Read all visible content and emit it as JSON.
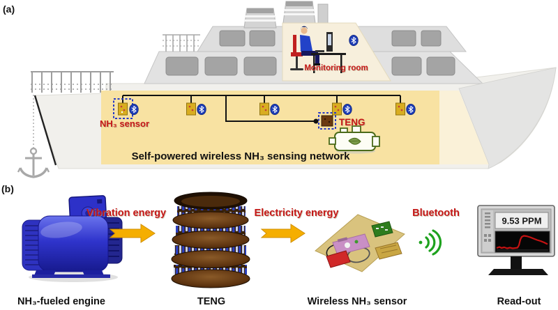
{
  "a": {
    "label": "(a)",
    "monitoring_room": "Monitoring room",
    "nh3_sensor": "NH₃ sensor",
    "teng": "TENG",
    "caption": "Self-powered wireless NH₃ sensing network"
  },
  "b": {
    "label": "(b)",
    "vibration": "Vibration energy",
    "electricity": "Electricity energy",
    "bluetooth": "Bluetooth",
    "engine": "NH₃-fueled engine",
    "teng": "TENG",
    "sensor": "Wireless NH₃ sensor",
    "readout": "Read-out",
    "ppm": "9.53 PPM"
  },
  "icons": {
    "bluetooth": "blue oval with white bluetooth rune",
    "signal": "green radio wave arcs",
    "anchor": "gray ship anchor on dotted chain",
    "engine": "engine outline with green leaf"
  },
  "colors": {
    "accent_red": "#c51717",
    "arrow_yellow": "#f5ae00",
    "panel_yellow": "#f8e2a2",
    "panel_cream": "#faf1d8",
    "bluetooth_blue": "#1d3cb5",
    "signal_green": "#1ea21e",
    "curve_red": "#c51212"
  }
}
